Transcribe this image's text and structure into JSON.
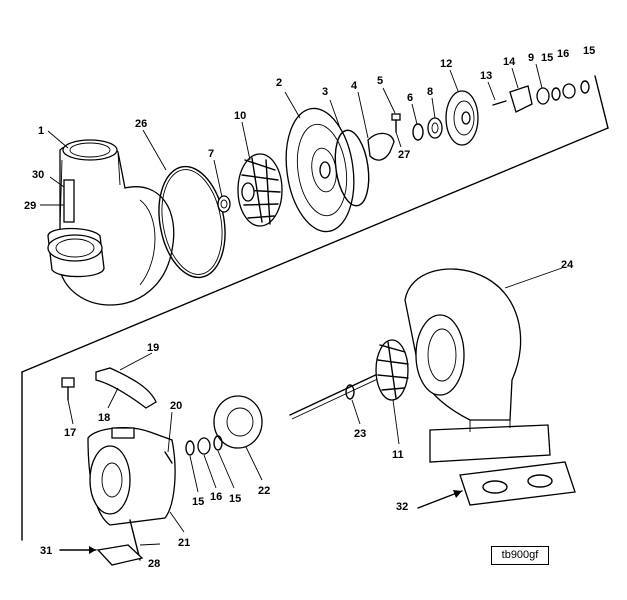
{
  "callouts": [
    "1",
    "2",
    "3",
    "4",
    "5",
    "6",
    "7",
    "8",
    "9",
    "10",
    "11",
    "12",
    "13",
    "14",
    "15",
    "15",
    "15",
    "15",
    "16",
    "16",
    "17",
    "18",
    "19",
    "20",
    "21",
    "22",
    "23",
    "24",
    "26",
    "27",
    "28",
    "29",
    "30",
    "31",
    "32"
  ],
  "figure_code": "tb900gf"
}
